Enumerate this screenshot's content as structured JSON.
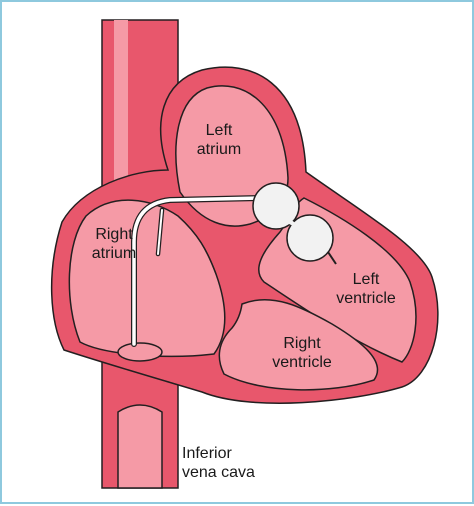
{
  "labels": {
    "left_atrium": [
      "Left",
      "atrium"
    ],
    "right_atrium": [
      "Right",
      "atrium"
    ],
    "left_ventricle": [
      "Left",
      "ventricle"
    ],
    "right_ventricle": [
      "Right",
      "ventricle"
    ],
    "inferior_vena_cava": [
      "Inferior",
      "vena cava"
    ]
  },
  "colors": {
    "wall": "#e8576c",
    "chamber": "#f59aa6",
    "outline": "#231f20",
    "catheter": "#ffffff",
    "balloon": "#f2f2f2",
    "frame": "#8ec9de"
  }
}
